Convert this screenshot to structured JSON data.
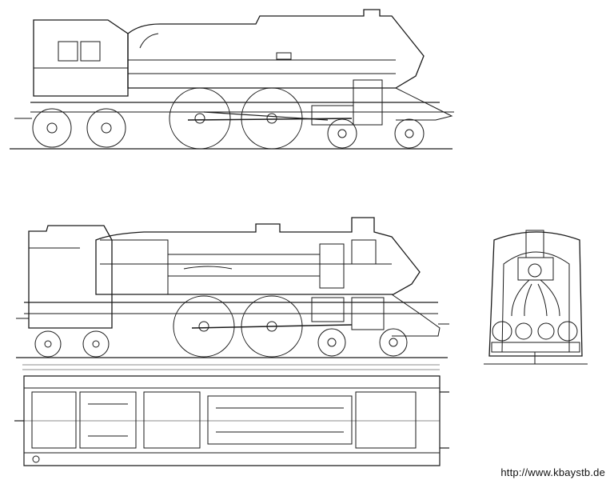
{
  "page": {
    "background": "#ffffff",
    "ink": "#1a1a1a"
  },
  "drawings": [
    {
      "id": "side-elevation-exterior"
    },
    {
      "id": "side-elevation-section"
    },
    {
      "id": "front-end-view"
    },
    {
      "id": "plan-view"
    }
  ],
  "credit": {
    "url": "http://www.kbaystb.de"
  }
}
